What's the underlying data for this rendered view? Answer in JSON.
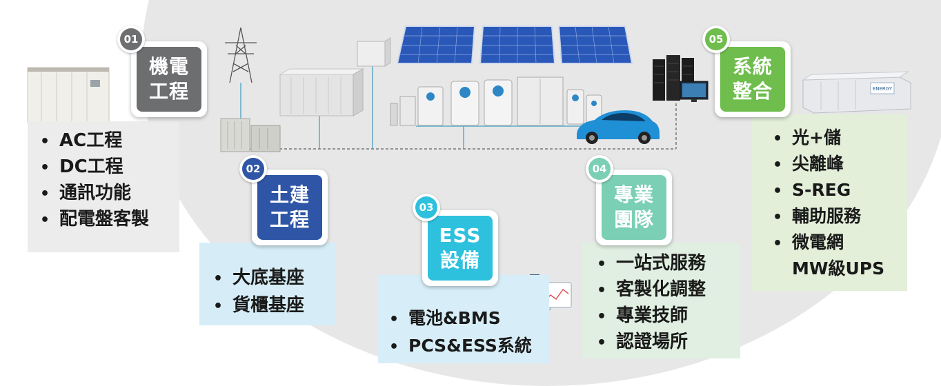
{
  "colors": {
    "step01": "#6d6e70",
    "step02": "#2f56a6",
    "step03": "#2ec1de",
    "step04": "#7acfb4",
    "step05": "#6ebd4d",
    "panel01": "#ececec",
    "panel02": "#d6edf7",
    "panel03": "#d7eef8",
    "panel04": "#e0efe1",
    "panel05": "#e3efd9"
  },
  "steps": [
    {
      "number": "01",
      "title_line1": "機電",
      "title_line2": "工程",
      "items": [
        "AC工程",
        "DC工程",
        "通訊功能",
        "配電盤客製"
      ]
    },
    {
      "number": "02",
      "title_line1": "土建",
      "title_line2": "工程",
      "items": [
        "大底基座",
        "貨櫃基座"
      ]
    },
    {
      "number": "03",
      "title_line1": "ESS",
      "title_line2": "設備",
      "items": [
        "電池&BMS",
        "PCS&ESS系統"
      ]
    },
    {
      "number": "04",
      "title_line1": "專業",
      "title_line2": "團隊",
      "items": [
        "一站式服務",
        "客製化調整",
        "專業技師",
        "認證場所"
      ]
    },
    {
      "number": "05",
      "title_line1": "系統",
      "title_line2": "整合",
      "items": [
        "光+儲",
        "尖離峰",
        "S-REG",
        "輔助服務",
        "微電網",
        "MW級UPS"
      ]
    }
  ],
  "icons": [
    "switchgear-cabinet-icon",
    "transmission-tower-icon",
    "transformer-icon",
    "container-storage-icon",
    "inverter-box-icon",
    "solar-panel-icon",
    "ev-charger-icon",
    "electric-car-icon",
    "server-rack-icon",
    "monitor-icon",
    "container-ess-icon",
    "analytics-screen-icon"
  ]
}
